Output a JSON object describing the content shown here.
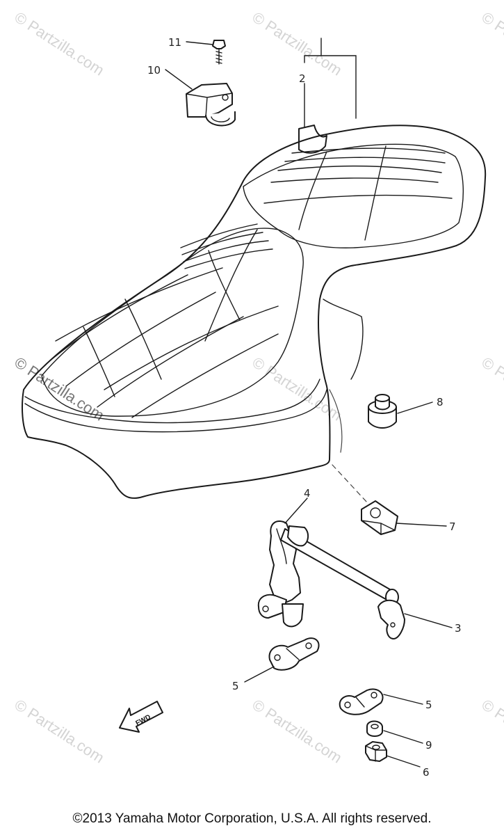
{
  "watermark": {
    "text": "© Partzilla.com"
  },
  "callouts": {
    "p2": "2",
    "p3": "3",
    "p4": "4",
    "p5a": "5",
    "p5b": "5",
    "p6": "6",
    "p7": "7",
    "p8": "8",
    "p9": "9",
    "p10": "10",
    "p11": "11"
  },
  "fwd_label": "FWD",
  "copyright": "©2013 Yamaha Motor Corporation, U.S.A. All rights reserved."
}
